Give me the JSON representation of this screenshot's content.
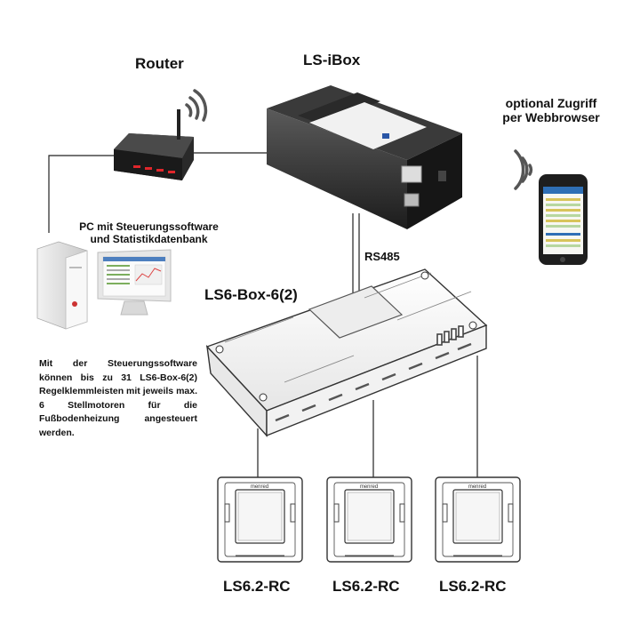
{
  "labels": {
    "router": "Router",
    "ls_ibox": "LS-iBox",
    "optional_line1": "optional Zugriff",
    "optional_line2": "per Webbrowser",
    "pc_line1": "PC mit Steuerungssoftware",
    "pc_line2": "und Statistikdatenbank",
    "rs485": "RS485",
    "ls6_box": "LS6-Box-6(2)",
    "rc1": "LS6.2-RC",
    "rc2": "LS6.2-RC",
    "rc3": "LS6.2-RC",
    "brand": "menred"
  },
  "description": "Mit der Steuerungssoftware können bis zu 31 LS6-Box-6(2) Regelklemmleisten mit jeweils max. 6 Stellmotoren für die Fußbodenheizung angesteuert werden.",
  "icons": [
    "router-icon",
    "wifi-icon",
    "ibox-device-icon",
    "smartphone-icon",
    "pc-tower-icon",
    "monitor-icon",
    "terminal-box-icon",
    "thermostat-icon"
  ]
}
